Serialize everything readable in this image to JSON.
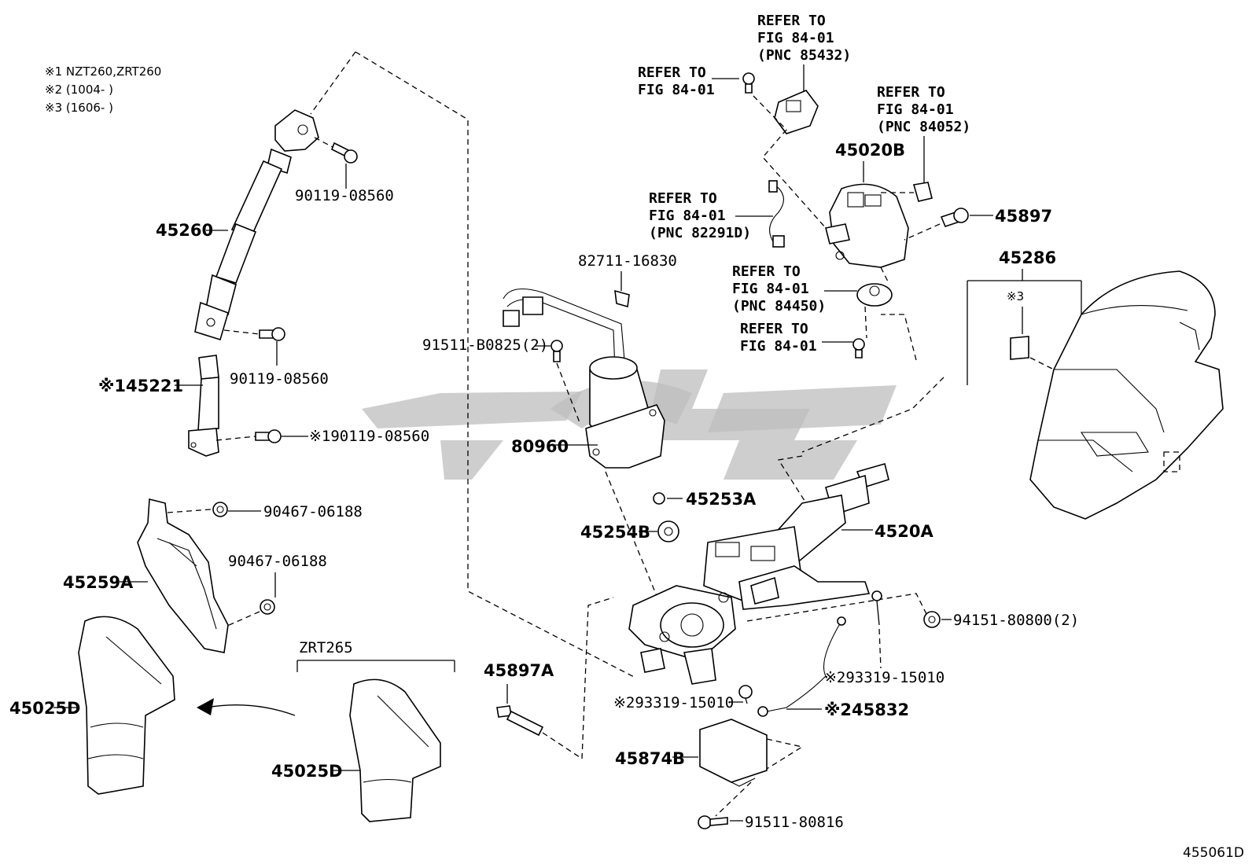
{
  "legend": [
    "※1 NZT260,ZRT260",
    "※2 (1004-      )",
    "※3 (1606-      )"
  ],
  "parts": {
    "p45260": "45260",
    "p90119_top": "90119-08560",
    "p90119_mid": "90119-08560",
    "p90119_low": "※190119-08560",
    "p45221": "※145221",
    "p90467_a": "90467-06188",
    "p90467_b": "90467-06188",
    "p45259A": "45259A",
    "p45025D_left": "45025D",
    "p45025D_right": "45025D",
    "zrt265": "ZRT265",
    "p45897A": "45897A",
    "p82711": "82711-16830",
    "p91511_top": "91511-B0825(2)",
    "p80960": "80960",
    "p45253A": "45253A",
    "p45254B": "45254B",
    "p4520A": "4520A",
    "p45020B": "45020B",
    "p45897": "45897",
    "p45286": "45286",
    "note3": "※3",
    "p94151": "94151-80800(2)",
    "p93319_right": "※293319-15010",
    "p93319_left": "※293319-15010",
    "p45832": "※245832",
    "p45874B": "45874B",
    "p91511_bottom": "91511-80816"
  },
  "refs": {
    "r1": [
      "REFER TO",
      "FIG 84-01",
      "(PNC 85432)"
    ],
    "r2": [
      "REFER TO",
      "FIG 84-01"
    ],
    "r3": [
      "REFER TO",
      "FIG 84-01",
      "(PNC 84052)"
    ],
    "r4": [
      "REFER TO",
      "FIG 84-01",
      "(PNC 82291D)"
    ],
    "r5": [
      "REFER TO",
      "FIG 84-01",
      "(PNC 84450)"
    ],
    "r6": [
      "REFER TO",
      "FIG 84-01"
    ]
  },
  "figure_id": "455061D"
}
